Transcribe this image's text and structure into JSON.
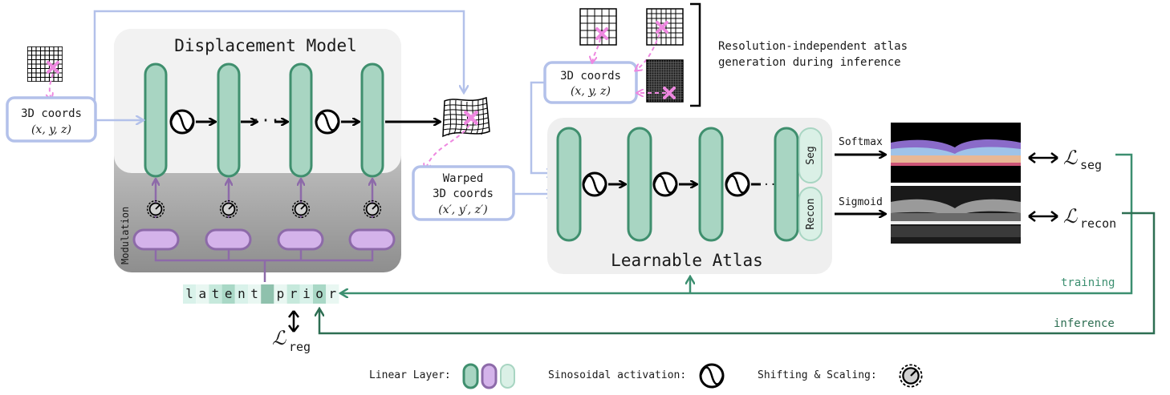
{
  "displacement_model": {
    "title": "Displacement Model",
    "modulation_label": "Modulation"
  },
  "input_coords": {
    "line1": "3D coords",
    "line2": "(x, y, z)"
  },
  "warped_coords": {
    "line1": "Warped",
    "line2": "3D coords",
    "line3": "(x′, y′, z′)"
  },
  "atlas_coords": {
    "line1": "3D coords",
    "line2": "(x, y, z)"
  },
  "resolution_note": {
    "line1": "Resolution-independent atlas",
    "line2": "generation during inference"
  },
  "atlas": {
    "title": "Learnable Atlas",
    "seg_head": "Seg",
    "recon_head": "Recon"
  },
  "outputs": {
    "softmax": "Softmax",
    "sigmoid": "Sigmoid",
    "loss_seg_sub": "seg",
    "loss_recon_sub": "recon",
    "loss_symbol": "ℒ"
  },
  "latent": {
    "letters": [
      "l",
      "a",
      "t",
      "e",
      "n",
      "t",
      " ",
      "p",
      "r",
      "i",
      "o",
      "r"
    ],
    "cell_colors": [
      "#d9f2ea",
      "#e9f7f2",
      "#c6e9dc",
      "#a9d8c6",
      "#d9f2ea",
      "#e9f7f2",
      "#8fc1ad",
      "#e9f7f2",
      "#c6e9dc",
      "#d9f2ea",
      "#a9d8c6",
      "#e9f7f2"
    ],
    "loss_reg_sub": "reg"
  },
  "flows": {
    "training": "training",
    "inference": "inference",
    "ellipsis": "···"
  },
  "legend": {
    "linear": "Linear Layer:",
    "sinusoidal": "Sinosoidal activation:",
    "shift_scale": "Shifting & Scaling:"
  },
  "colors": {
    "linear_fill": "#a8d5c2",
    "linear_stroke": "#3f8f6e",
    "modulation_fill": "#d4b3ea",
    "modulation_stroke": "#8d6aa9",
    "coord_border": "#b3c1ea",
    "pink_marker": "#ee88e0",
    "training_arrow": "#3c8f70",
    "inference_arrow": "#2d6e52"
  }
}
